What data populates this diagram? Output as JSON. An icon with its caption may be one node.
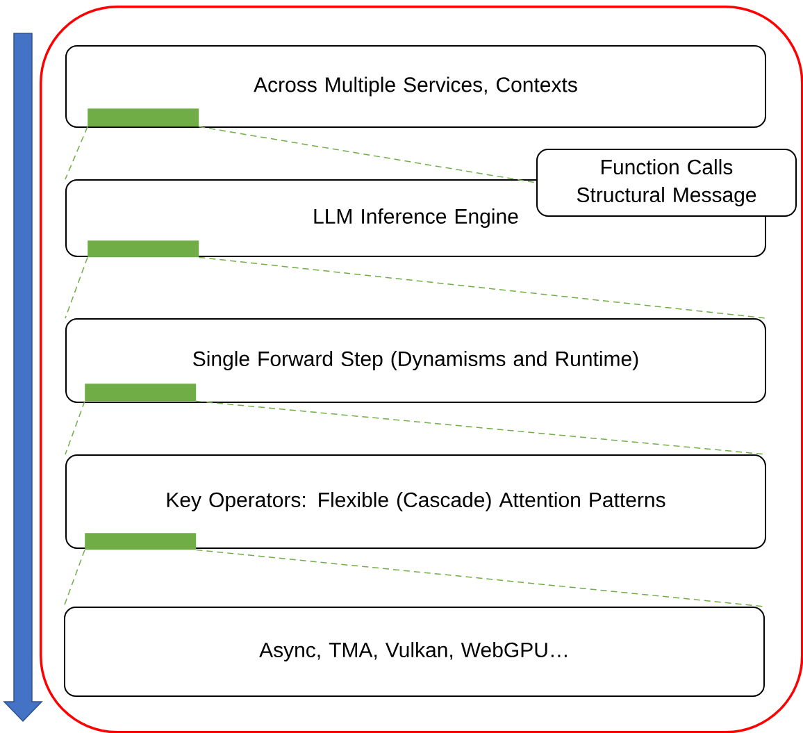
{
  "diagram": {
    "nodes": [
      {
        "text": [],
        "shape": "box"
      },
      {
        "text": [
          "Across Multiple Services, Contexts"
        ],
        "in": 0
      },
      {
        "text": [],
        "shape": "bar",
        "in": 1
      },
      {
        "text": [
          "LLM Inference Engine"
        ],
        "in": 0
      },
      {
        "text": [
          "Function Calls Structural Message"
        ],
        "in": 0
      },
      {
        "text": [],
        "shape": "bar",
        "in": 3
      },
      {
        "text": [
          "Single Forward Step (Dynamisms and Runtime)"
        ],
        "in": 0
      },
      {
        "text": [],
        "shape": "bar",
        "in": 6
      },
      {
        "text": [
          "Key Operators: Flexible (Cascade) Attention Patterns"
        ],
        "in": 0
      },
      {
        "text": [],
        "shape": "bar",
        "in": 8
      },
      {
        "text": [
          "Async, TMA, Vulkan, WebGPU…"
        ],
        "in": 0
      }
    ],
    "edges": [
      {
        "from": 2,
        "to": 3,
        "arrow": "none",
        "style": "dashed"
      },
      {
        "from": 2,
        "to": 4,
        "arrow": "none",
        "style": "dashed"
      },
      {
        "from": 5,
        "to": 6,
        "arrow": "none",
        "style": "dashed"
      },
      {
        "from": 5,
        "to": 6,
        "arrow": "none",
        "style": "dashed"
      },
      {
        "from": 7,
        "to": 8,
        "arrow": "none",
        "style": "dashed"
      },
      {
        "from": 7,
        "to": 8,
        "arrow": "none",
        "style": "dashed"
      },
      {
        "from": 9,
        "to": 10,
        "arrow": "none",
        "style": "dashed"
      },
      {
        "from": 9,
        "to": 10,
        "arrow": "none",
        "style": "dashed"
      }
    ]
  }
}
